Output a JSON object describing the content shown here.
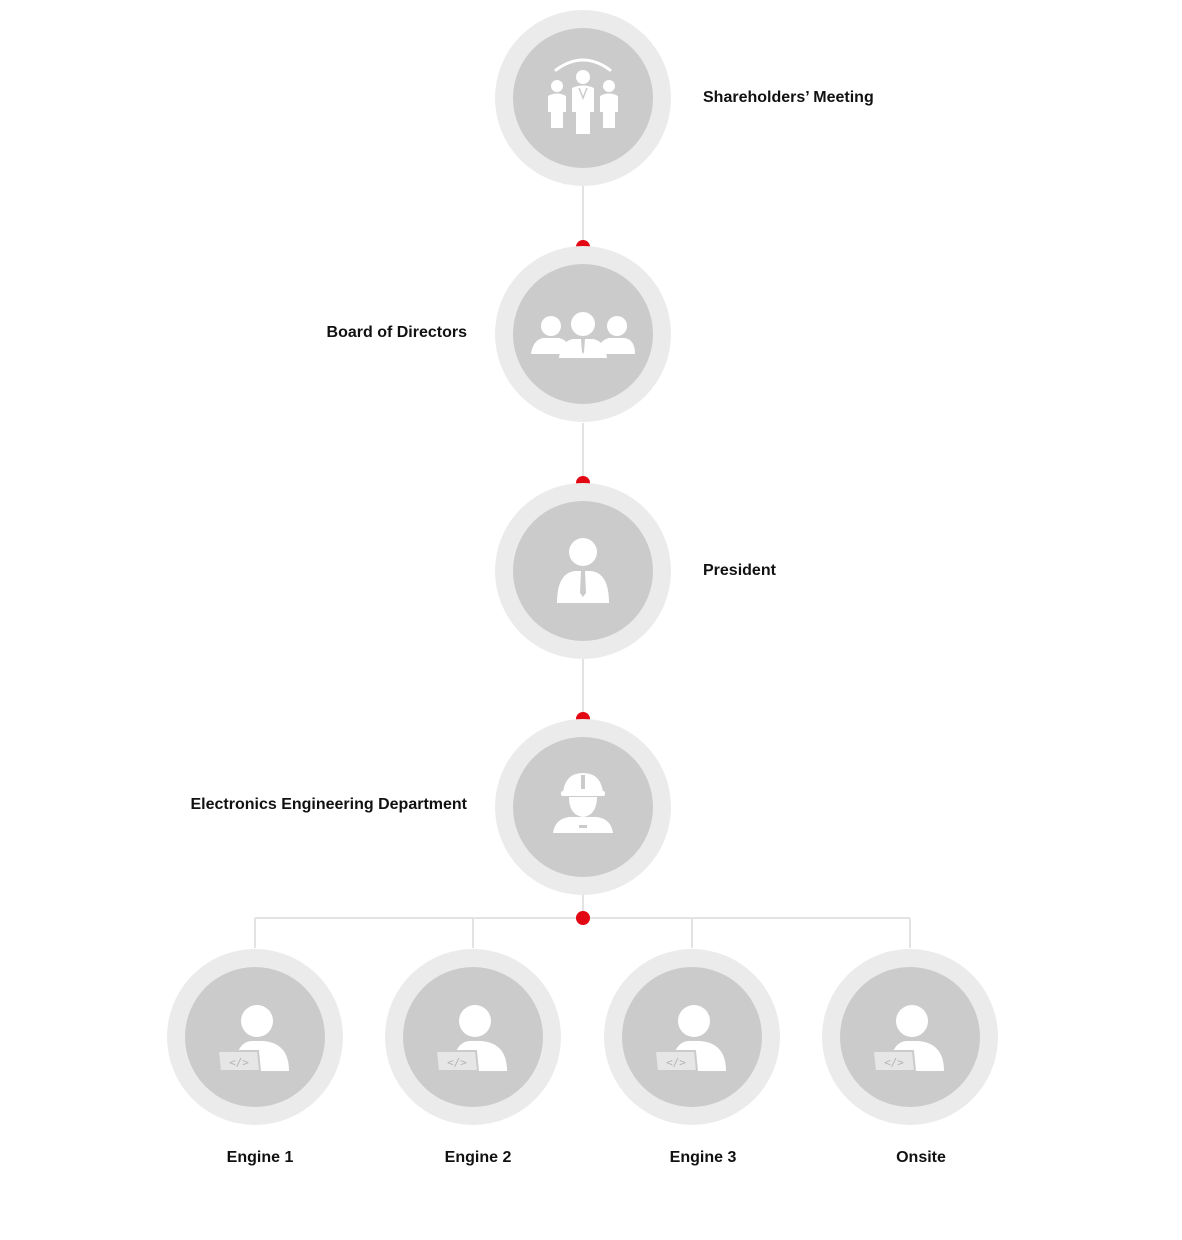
{
  "colors": {
    "accent": "#e30613",
    "connector": "#e3e3e3",
    "node_outer": "#ebebeb",
    "node_inner": "#cbcbcb",
    "icon": "#ffffff",
    "label": "#111111"
  },
  "nodes": {
    "shareholders": {
      "label": "Shareholders’ Meeting",
      "icon": "shareholders-meeting-icon"
    },
    "board": {
      "label": "Board of Directors",
      "icon": "board-of-directors-icon"
    },
    "president": {
      "label": "President",
      "icon": "president-icon"
    },
    "department": {
      "label": "Electronics Engineering Department",
      "icon": "engineer-helmet-icon"
    },
    "engine1": {
      "label": "Engine 1",
      "icon": "developer-laptop-icon"
    },
    "engine2": {
      "label": "Engine 2",
      "icon": "developer-laptop-icon"
    },
    "engine3": {
      "label": "Engine 3",
      "icon": "developer-laptop-icon"
    },
    "onsite": {
      "label": "Onsite",
      "icon": "developer-laptop-icon"
    }
  }
}
